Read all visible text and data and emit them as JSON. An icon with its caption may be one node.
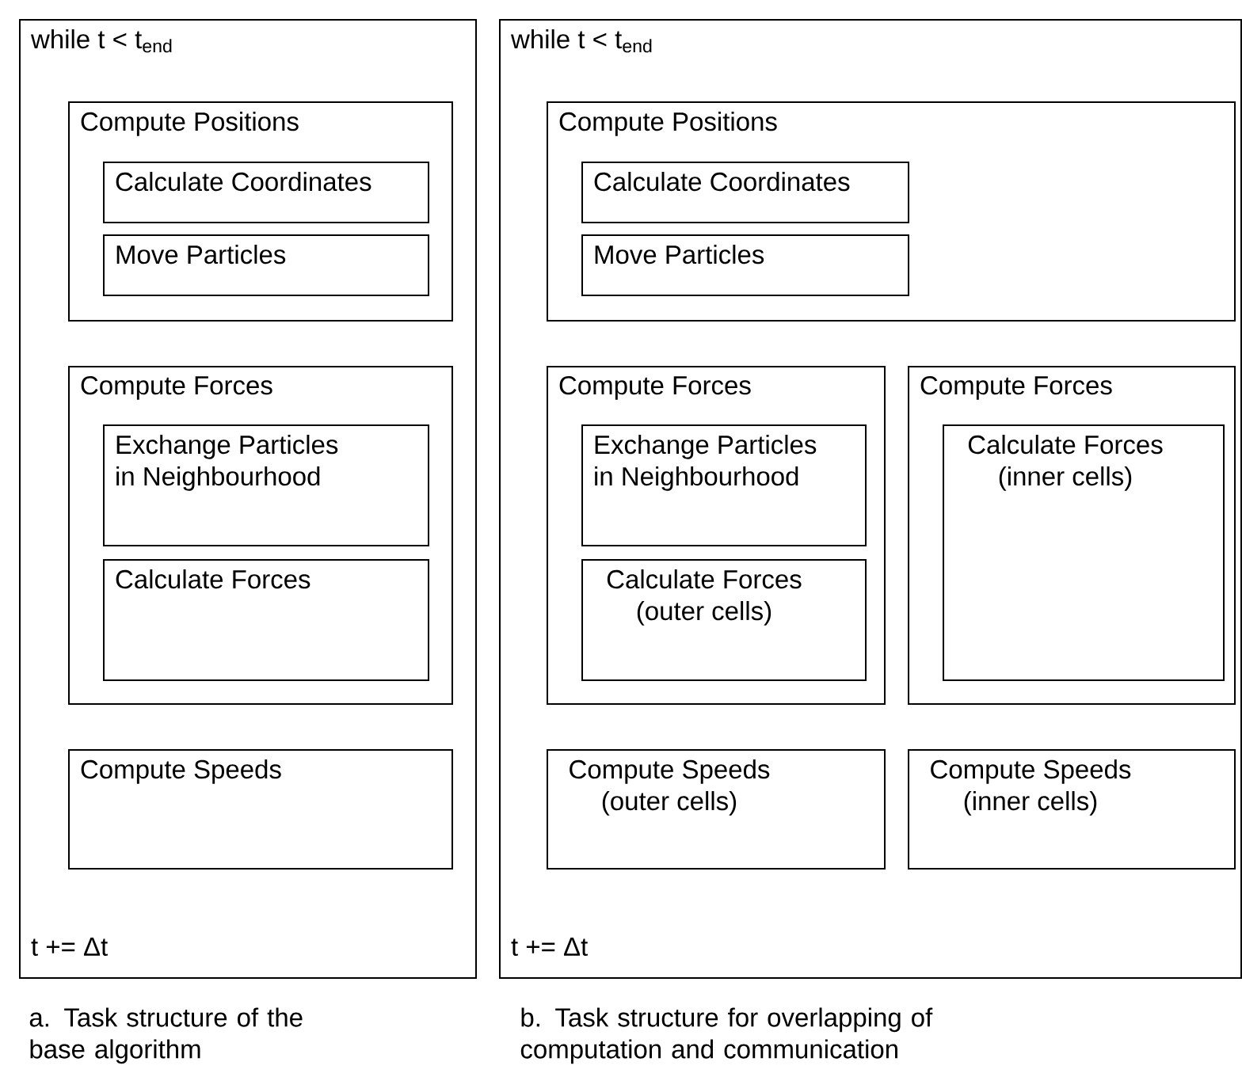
{
  "diagram": {
    "nodes": [
      {
        "text": [
          "while t < t$_{end}$",
          "t += Δt"
        ]
      },
      {
        "text": [
          "Compute Positions"
        ],
        "in": 0
      },
      {
        "text": [
          "Calculate Coordinates"
        ],
        "in": 1
      },
      {
        "text": [
          "Move Particles"
        ],
        "in": 1
      },
      {
        "text": [
          "Compute Forces"
        ],
        "in": 0
      },
      {
        "text": [
          "Exchange Particles in Neighbourhood"
        ],
        "in": 4
      },
      {
        "text": [
          "Calculate Forces"
        ],
        "in": 4
      },
      {
        "text": [
          "Compute Speeds"
        ],
        "in": 0
      },
      {
        "text": [
          "while t < t$_{end}$",
          "t += Δt"
        ]
      },
      {
        "text": [
          "Compute Positions"
        ],
        "in": 8
      },
      {
        "text": [
          "Calculate Coordinates"
        ],
        "in": 9
      },
      {
        "text": [
          "Move Particles"
        ],
        "in": 9
      },
      {
        "text": [
          "Compute Forces"
        ],
        "in": 8
      },
      {
        "text": [
          "Exchange Particles in Neighbourhood"
        ],
        "in": 12
      },
      {
        "text": [
          "Calculate Forces (outer cells)"
        ],
        "in": 12
      },
      {
        "text": [
          "Compute Forces"
        ],
        "in": 8
      },
      {
        "text": [
          "Calculate Forces (inner cells)"
        ],
        "in": 15
      },
      {
        "text": [
          "Compute Speeds (outer cells)"
        ],
        "in": 8
      },
      {
        "text": [
          "Compute Speeds (inner cells)"
        ],
        "in": 8
      }
    ],
    "labels": [
      "a. Task structure of the base algorithm",
      "b. Task structure for overlapping of computation and communication"
    ]
  }
}
